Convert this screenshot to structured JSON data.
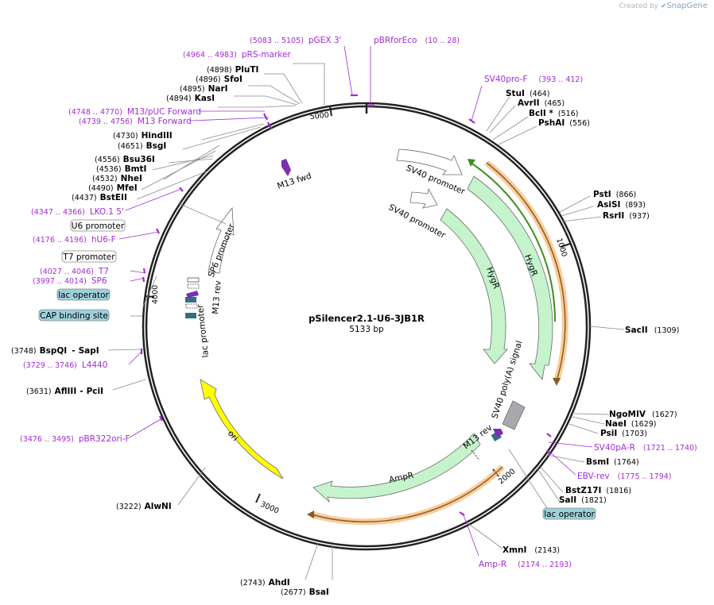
{
  "credit": {
    "created_by": "Created by",
    "brand": "SnapGene"
  },
  "plasmid": {
    "name": "pSilencer2.1-U6-3JB1R",
    "length": "5133 bp",
    "total_bp": 5133
  },
  "ticks": [
    "1000",
    "2000",
    "3000",
    "4000",
    "5000"
  ],
  "enzymes": [
    {
      "name": "PluTI",
      "pos": "(4898)"
    },
    {
      "name": "SfoI",
      "pos": "(4896)"
    },
    {
      "name": "NarI",
      "pos": "(4895)"
    },
    {
      "name": "KasI",
      "pos": "(4894)"
    },
    {
      "name": "HindIII",
      "pos": "(4730)"
    },
    {
      "name": "BsgI",
      "pos": "(4651)"
    },
    {
      "name": "Bsu36I",
      "pos": "(4556)"
    },
    {
      "name": "BmtI",
      "pos": "(4536)"
    },
    {
      "name": "NheI",
      "pos": "(4532)"
    },
    {
      "name": "MfeI",
      "pos": "(4490)"
    },
    {
      "name": "BstEII",
      "pos": "(4437)"
    },
    {
      "name": "StuI",
      "pos": "(464)"
    },
    {
      "name": "AvrII",
      "pos": "(465)"
    },
    {
      "name": "BclI *",
      "pos": "(516)"
    },
    {
      "name": "PshAI",
      "pos": "(556)"
    },
    {
      "name": "PstI",
      "pos": "(866)"
    },
    {
      "name": "AsiSI",
      "pos": "(893)"
    },
    {
      "name": "RsrII",
      "pos": "(937)"
    },
    {
      "name": "SacII",
      "pos": "(1309)"
    },
    {
      "name": "NgoMIV",
      "pos": "(1627)"
    },
    {
      "name": "NaeI",
      "pos": "(1629)"
    },
    {
      "name": "PsiI",
      "pos": "(1703)"
    },
    {
      "name": "BsmI",
      "pos": "(1764)"
    },
    {
      "name": "BstZ17I",
      "pos": "(1816)"
    },
    {
      "name": "SalI",
      "pos": "(1821)"
    },
    {
      "name": "XmnI",
      "pos": "(2143)"
    },
    {
      "name": "AhdI",
      "pos": "(2743)"
    },
    {
      "name": "BsaI",
      "pos": "(2677)"
    },
    {
      "name": "AlwNI",
      "pos": "(3222)"
    },
    {
      "name": "AflIII",
      "pos": "(3631)"
    },
    {
      "name": "PciI",
      "pos": ""
    },
    {
      "name": "BspQI",
      "pos": "(3748)"
    },
    {
      "name": "SapI",
      "pos": ""
    }
  ],
  "primers": [
    {
      "name": "pGEX 3'",
      "pos": "(5083 .. 5105)"
    },
    {
      "name": "pBRforEco",
      "pos": "(10 .. 28)"
    },
    {
      "name": "pRS-marker",
      "pos": "(4964 .. 4983)"
    },
    {
      "name": "M13/pUC Forward",
      "pos": "(4748 .. 4770)"
    },
    {
      "name": "M13 Forward",
      "pos": "(4739 .. 4756)"
    },
    {
      "name": "SV40pro-F",
      "pos": "(393 .. 412)"
    },
    {
      "name": "LKO.1 5'",
      "pos": "(4347 .. 4366)"
    },
    {
      "name": "hU6-F",
      "pos": "(4176 .. 4196)"
    },
    {
      "name": "T7",
      "pos": "(4027 .. 4046)"
    },
    {
      "name": "SP6",
      "pos": "(3997 .. 4014)"
    },
    {
      "name": "L4440",
      "pos": "(3729 .. 3746)"
    },
    {
      "name": "pBR322ori-F",
      "pos": "(3476 .. 3495)"
    },
    {
      "name": "SV40pA-R",
      "pos": "(1721 .. 1740)"
    },
    {
      "name": "EBV-rev",
      "pos": "(1775 .. 1794)"
    },
    {
      "name": "Amp-R",
      "pos": "(2174 .. 2193)"
    }
  ],
  "boxed_labels": [
    "U6 promoter",
    "T7 promoter",
    "lac operator",
    "CAP binding site",
    "lac operator"
  ],
  "features": [
    "SV40 promoter",
    "SV40 promoter",
    "HygR",
    "HygR",
    "SV40 poly(A) signal",
    "M13 rev",
    "AmpR",
    "ori",
    "SP6 promoter",
    "M13 rev",
    "lac promoter",
    "M13 fwd"
  ],
  "colors": {
    "backbone": "#222222",
    "primer": "#a22bd6",
    "hygr": "#c5f4cc",
    "orf": "#f5b870",
    "orf_line": "#8a5a20",
    "green_orf": "#3c8d1e",
    "ori": "#ffff00",
    "lac_box": "#9cd1dc",
    "polyA": "#a7a9ad"
  }
}
